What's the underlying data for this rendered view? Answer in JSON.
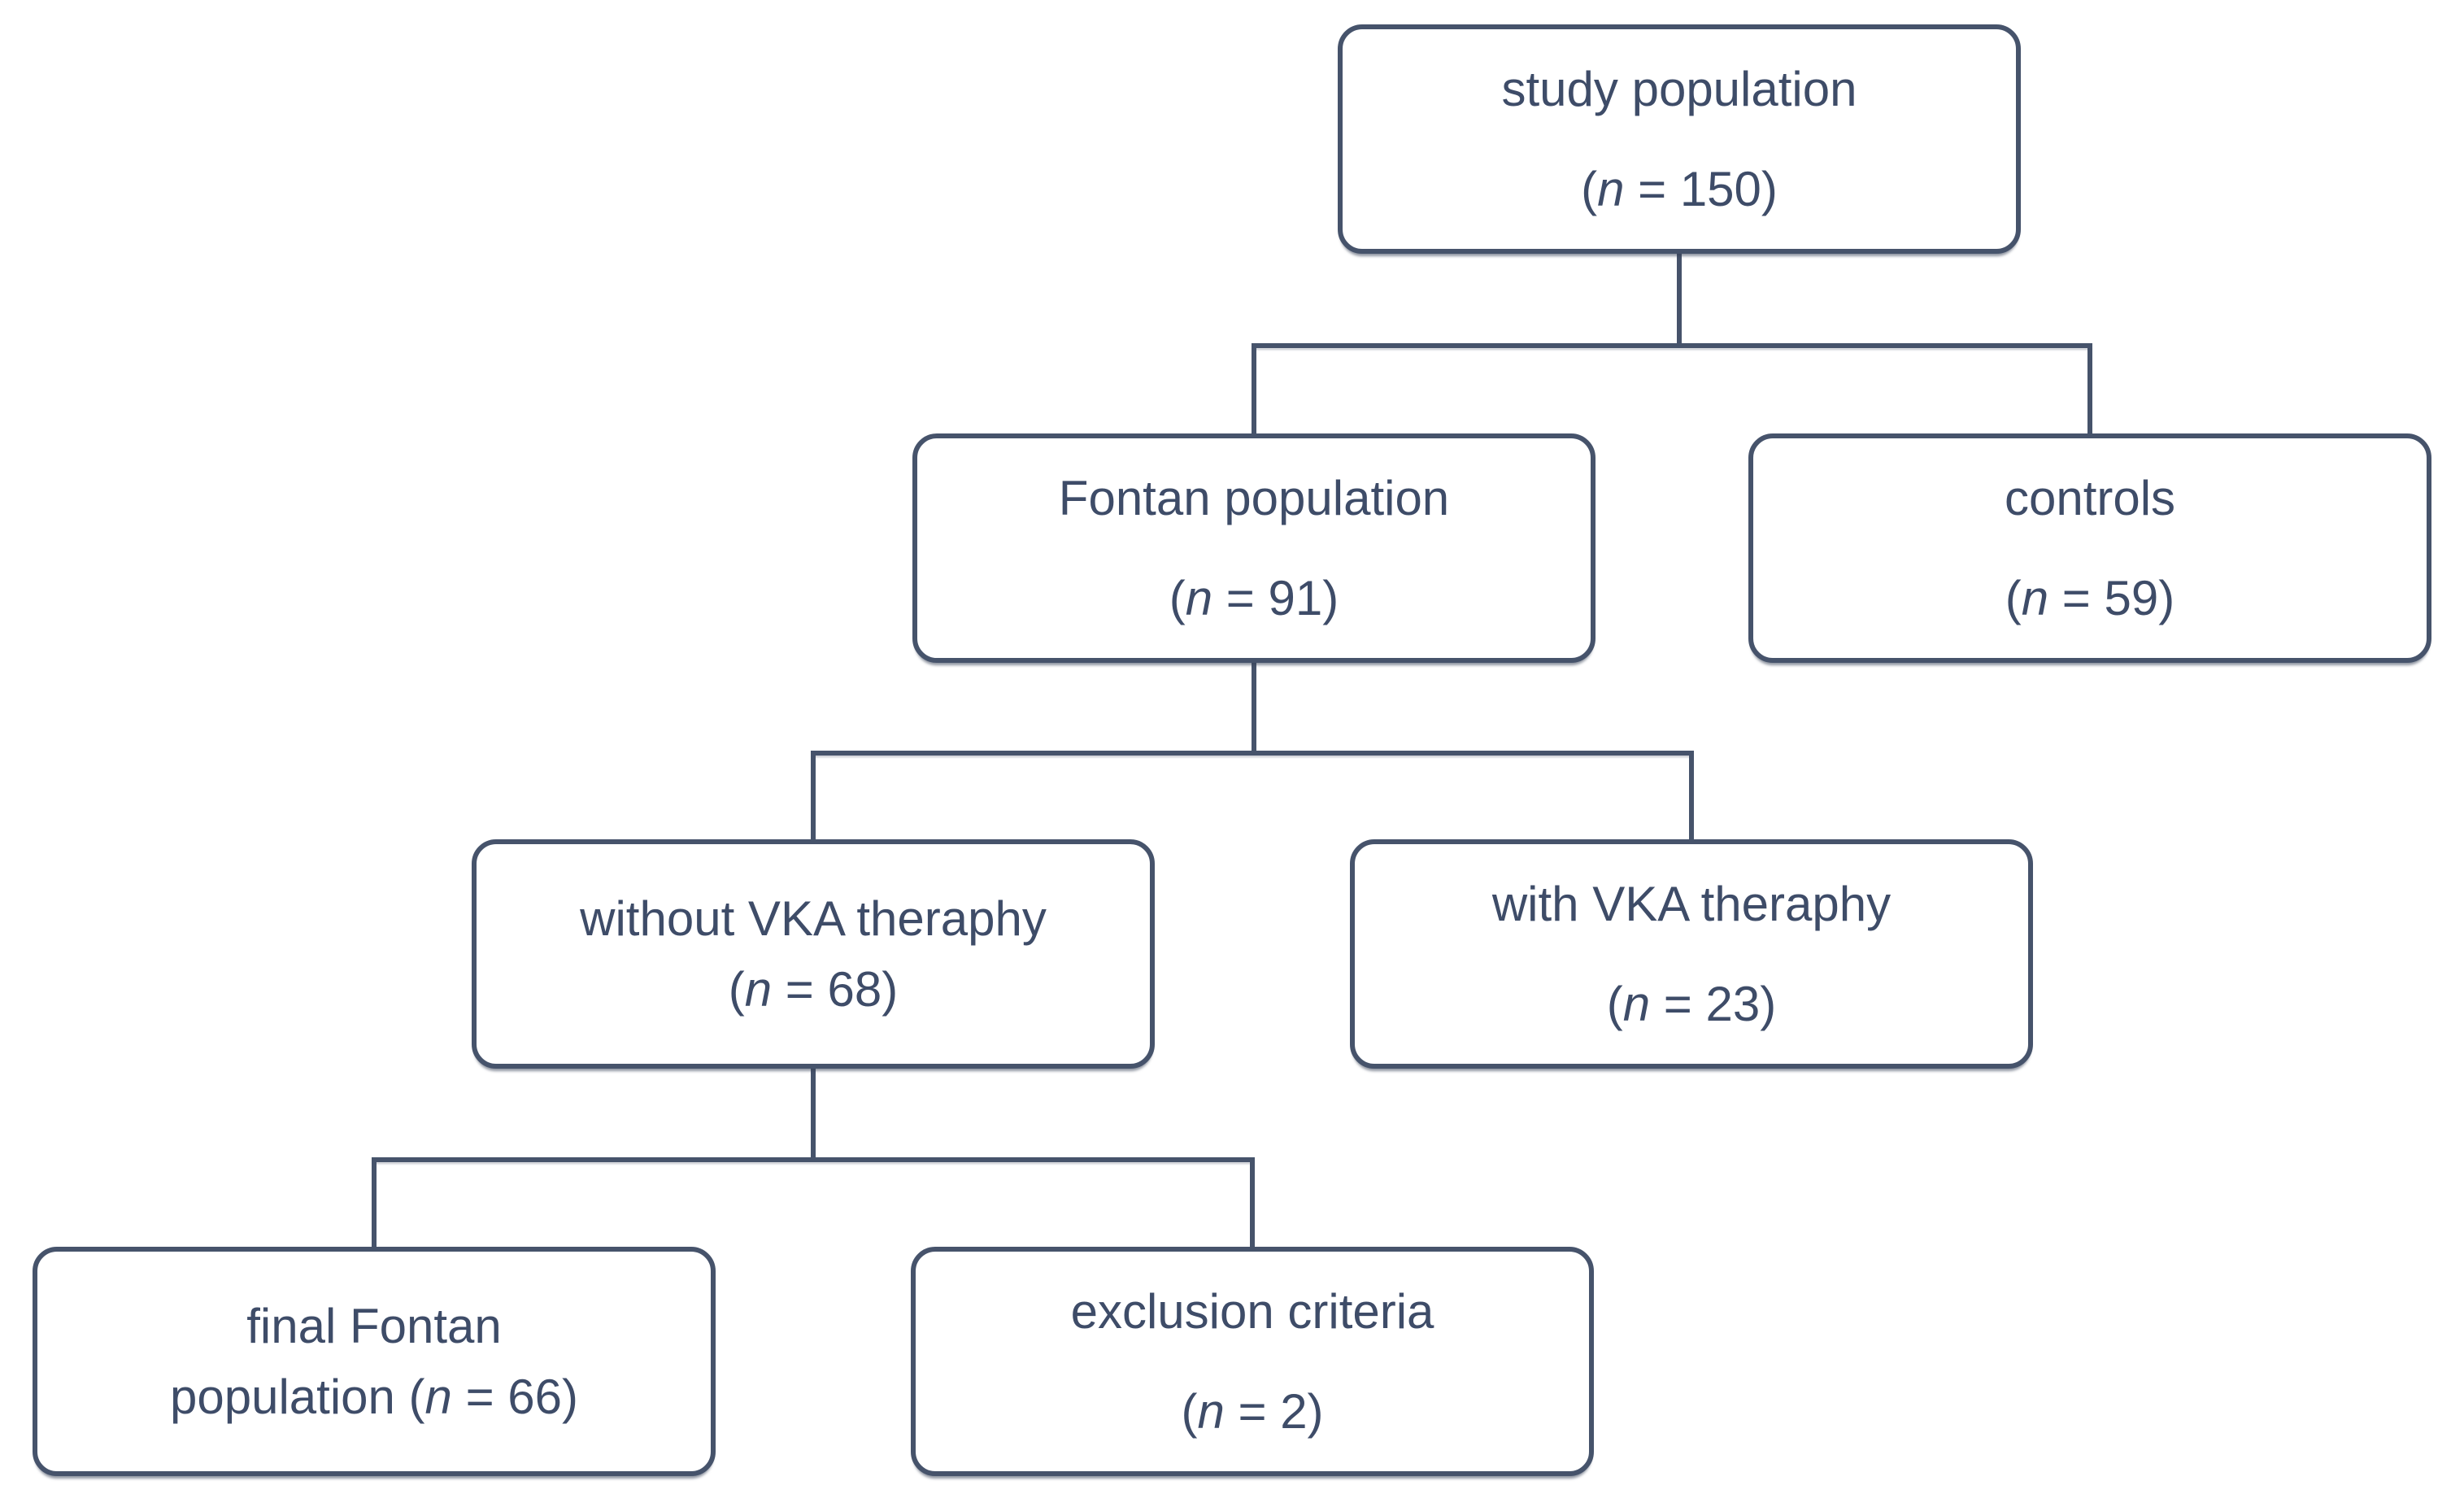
{
  "diagram": {
    "colors": {
      "border_color": "#46536b",
      "text_color": "#3e4c68",
      "background": "#ffffff"
    },
    "nodes": {
      "study": {
        "title": "study population",
        "n_pre": "(",
        "n_sym": "n",
        "n_post": " = 150)"
      },
      "fontan": {
        "title": "Fontan population",
        "n_pre": "(",
        "n_sym": "n",
        "n_post": " = 91)"
      },
      "controls": {
        "title": "controls",
        "n_pre": "(",
        "n_sym": "n",
        "n_post": " = 59)"
      },
      "without_vka": {
        "title": "without VKA theraphy",
        "n_pre": "(",
        "n_sym": "n",
        "n_post": " = 68)"
      },
      "with_vka": {
        "title": "with VKA theraphy",
        "n_pre": "(",
        "n_sym": "n",
        "n_post": " = 23)"
      },
      "final_fontan": {
        "title": "final Fontan",
        "n_pre": "population (",
        "n_sym": "n",
        "n_post": " = 66)"
      },
      "exclusion": {
        "title": "exclusion criteria",
        "n_pre": "(",
        "n_sym": "n",
        "n_post": " = 2)"
      }
    }
  }
}
